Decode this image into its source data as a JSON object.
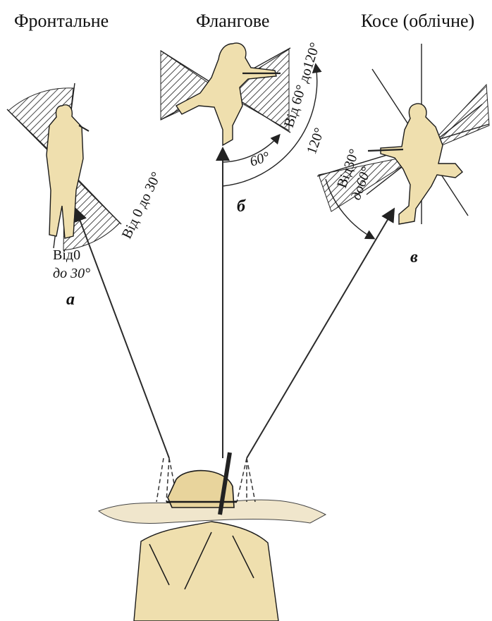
{
  "titles": {
    "frontal": "Фронтальне",
    "flank": "Флангове",
    "oblique": "Косе (облічне)"
  },
  "panel_a": {
    "letter": "а",
    "angle_label_rotated": "Від 0 до 30°",
    "angle_label_line1": "Від0",
    "angle_label_line2": "до 30°"
  },
  "panel_b": {
    "letter": "б",
    "angle_label_outer": "Від 60° до120°",
    "angle_60": "60°",
    "angle_120": "120°"
  },
  "panel_c": {
    "letter": "в",
    "angle_label_line1": "Від30°",
    "angle_label_line2": "до60°"
  }
}
